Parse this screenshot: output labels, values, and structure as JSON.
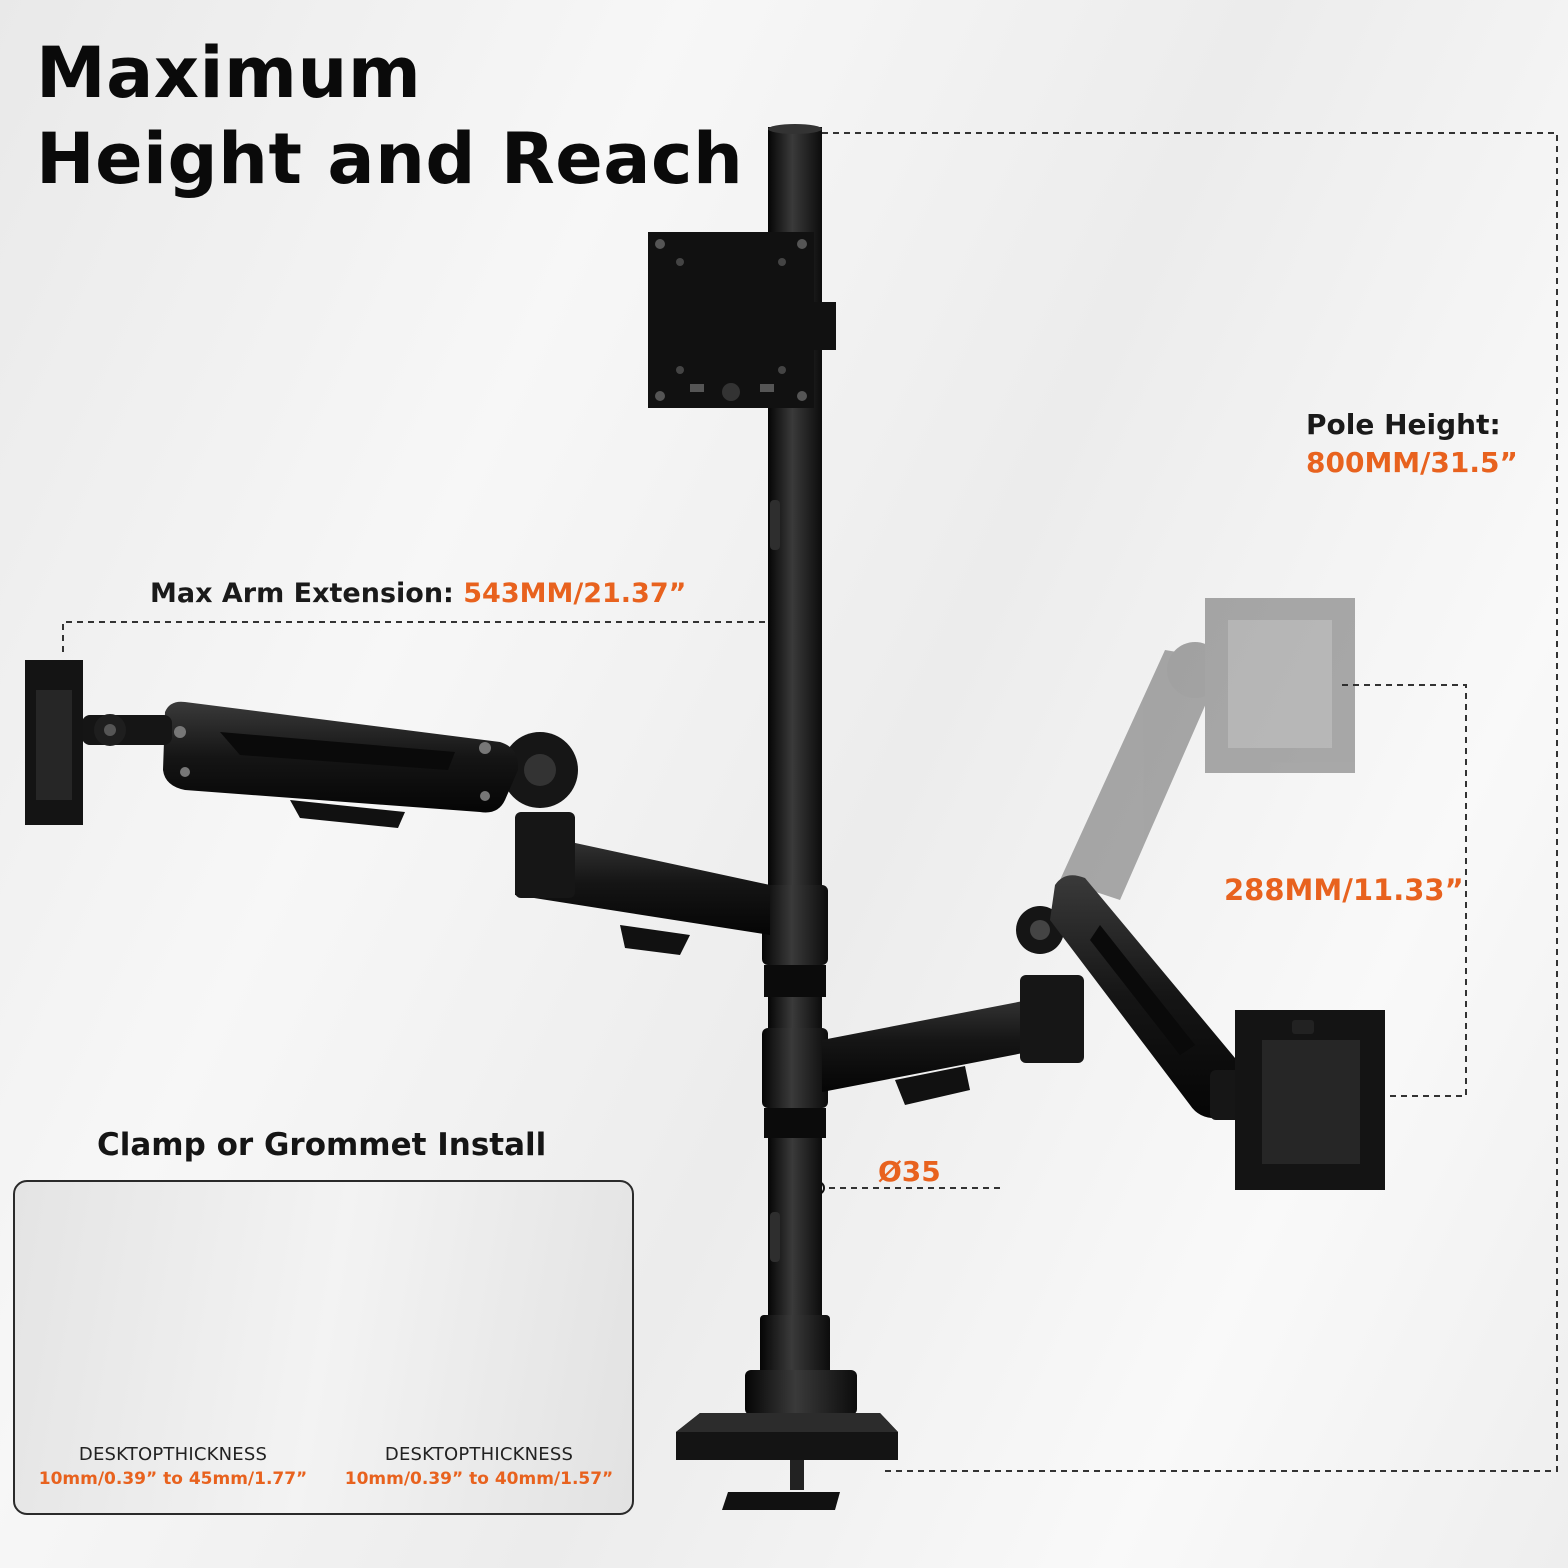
{
  "title": {
    "line1": "Maximum",
    "line2": "Height and Reach"
  },
  "pole_height": {
    "label": "Pole Height:",
    "value": "800MM/31.5”"
  },
  "arm_extension": {
    "label": "Max Arm Extension:",
    "value": "543MM/21.37”"
  },
  "reach_height": {
    "value": "288MM/11.33”"
  },
  "pole_diameter": {
    "value": "Ø35"
  },
  "install": {
    "title": "Clamp or Grommet Install",
    "clamp": {
      "label": "DESKTOPTHICKNESS",
      "range": "10mm/0.39” to 45mm/1.77”"
    },
    "grommet": {
      "label": "DESKTOPTHICKNESS",
      "range": "10mm/0.39” to 40mm/1.57”"
    }
  },
  "colors": {
    "accent": "#e8621e",
    "text": "#1a1a1a",
    "product": "#151515"
  },
  "icons": [
    "monitor-mount-pole",
    "vesa-plate",
    "gas-spring-arm",
    "desk-clamp",
    "grommet-base"
  ]
}
